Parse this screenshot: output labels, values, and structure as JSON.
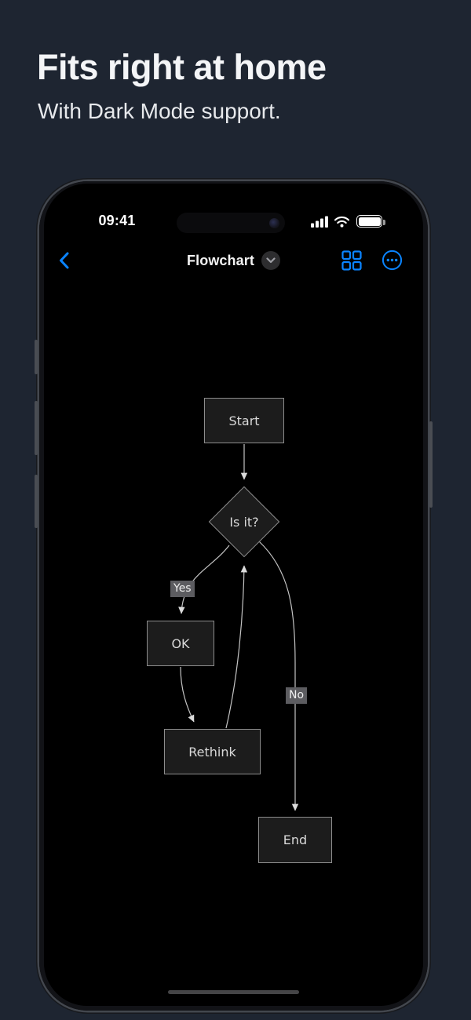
{
  "marketing": {
    "headline": "Fits right at home",
    "subheadline": "With Dark Mode support."
  },
  "phone": {
    "status_bar": {
      "time": "09:41",
      "signal_icon": "cellular-signal-4-bars",
      "wifi_icon": "wifi-full",
      "battery_icon": "battery-full"
    },
    "nav_bar": {
      "back_icon": "chevron-left",
      "title": "Flowchart",
      "title_menu_icon": "chevron-down",
      "grid_icon": "grid-2x2",
      "more_icon": "ellipsis-circle"
    },
    "home_indicator_icon": "home-indicator-bar"
  },
  "flowchart": {
    "nodes": [
      {
        "id": "start",
        "shape": "rectangle",
        "label": "Start"
      },
      {
        "id": "decision",
        "shape": "diamond",
        "label": "Is it?"
      },
      {
        "id": "ok",
        "shape": "rectangle",
        "label": "OK"
      },
      {
        "id": "rethink",
        "shape": "rectangle",
        "label": "Rethink"
      },
      {
        "id": "end",
        "shape": "rectangle",
        "label": "End"
      }
    ],
    "edges": [
      {
        "from": "start",
        "to": "decision",
        "label": ""
      },
      {
        "from": "decision",
        "to": "ok",
        "label": "Yes"
      },
      {
        "from": "ok",
        "to": "rethink",
        "label": ""
      },
      {
        "from": "rethink",
        "to": "decision",
        "label": ""
      },
      {
        "from": "decision",
        "to": "end",
        "label": "No"
      }
    ],
    "colors": {
      "canvas": "#000000",
      "node_fill": "#1c1c1c",
      "node_border": "#8d8d8d",
      "edge_line": "#c4c4c4",
      "edge_label_bg": "#5c5c60",
      "node_text": "#d9d9d9"
    }
  },
  "colors": {
    "page_background": "#1e2531",
    "accent_blue": "#0a84ff",
    "headline_text": "#f4f5f7",
    "subheadline_text": "#e7e9ec"
  }
}
